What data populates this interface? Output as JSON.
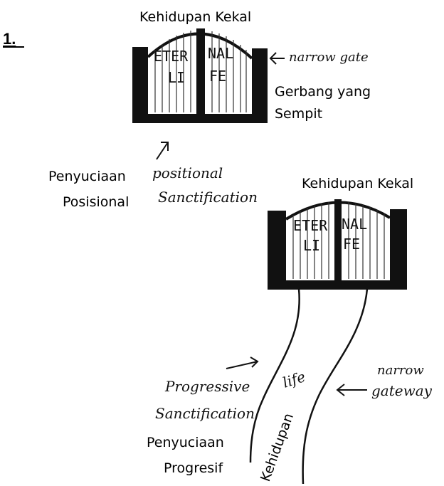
{
  "step_number": "1.",
  "gate1": {
    "title": "Kehidupan Kekal",
    "word_top_left": "ETER",
    "word_top_right": "NAL",
    "word_bottom_left": "LI",
    "word_bottom_right": "FE",
    "side_label_en": "narrow gate",
    "side_label_id_line1": "Gerbang yang",
    "side_label_id_line2": "Sempit"
  },
  "positional": {
    "label_en_line1": "positional",
    "label_en_line2": "Sanctification",
    "label_id_line1": "Penyuciaan",
    "label_id_line2": "Posisional"
  },
  "gate2": {
    "title": "Kehidupan Kekal",
    "word_top_left": "ETER",
    "word_top_right": "NAL",
    "word_bottom_left": "LI",
    "word_bottom_right": "FE"
  },
  "path": {
    "life_label": "life",
    "life_label_id": "Kehidupan",
    "gateway_line1": "narrow",
    "gateway_line2": "gateway"
  },
  "progressive": {
    "label_en_line1": "Progressive",
    "label_en_line2": "Sanctification",
    "label_id_line1": "Penyuciaan",
    "label_id_line2": "Progresif"
  }
}
